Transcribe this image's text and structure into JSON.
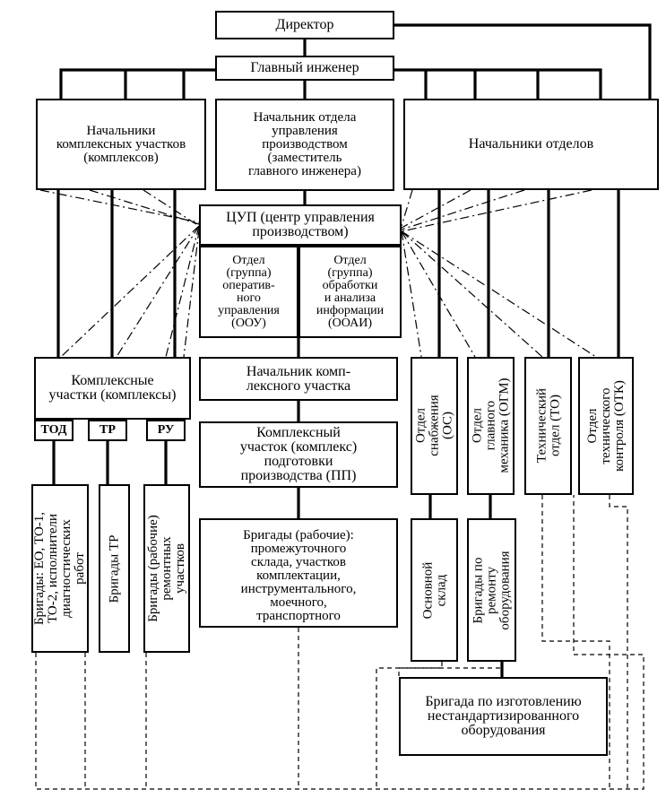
{
  "director": "Директор",
  "chief_engineer": "Главный инженер",
  "heads_complex": "Начальники\nкомплексных участков\n(комплексов)",
  "head_production": "Начальник отдела\nуправления\nпроизводством\n(заместитель\nглавного инженера)",
  "heads_departments": "Начальники отделов",
  "cup": "ЦУП (центр управления\nпроизводством)",
  "oou": "Отдел\n(группа)\nоператив-\nного\nуправления\n(ООУ)",
  "ooai": "Отдел\n(группа)\nобработки\nи анализа\nинформации\n(ООАИ)",
  "complex_sections": "Комплексные\nучастки (комплексы)",
  "tag_tod": "ТОД",
  "tag_tr": "ТР",
  "tag_ru": "РУ",
  "head_complex_section": "Начальник комп-\nлексного участка",
  "pp_section": "Комплексный\nучасток (комплекс)\nподготовки\nпроизводства (ПП)",
  "brigades_workers": "Бригады (рабочие):\nпромежуточного\nсклада, участков\nкомплектации,\nинструментального,\nмоечного,\nтранспортного",
  "dept_os": "Отдел\nснабжения\n(ОС)",
  "dept_ogm": "Отдел\nглавного\nмеханика (ОГМ)",
  "dept_to": "Технический\nотдел (ТО)",
  "dept_otk": "Отдел\nтехнического\nконтроля (ОТК)",
  "brigades_eo": "Бригады: ЕО, ТО-1,\nТО-2, исполнители\nдиагностических\nработ",
  "brigades_tr": "Бригады ТР",
  "brigades_ru": "Бригады (рабочие)\nремонтных\nучастков",
  "main_warehouse": "Основной\nсклад",
  "brigades_repair": "Бригады по\nремонту\nоборудования",
  "brigade_nonstandard": "Бригада по изготовлению\nнестандартизированного\nоборудования"
}
